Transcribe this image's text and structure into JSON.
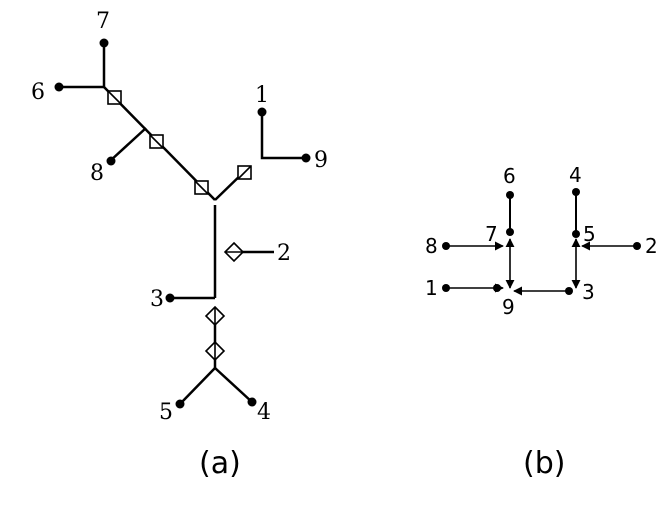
{
  "panel_a": {
    "caption": "(a)",
    "labels": [
      "7",
      "6",
      "8",
      "1",
      "9",
      "2",
      "3",
      "5",
      "4"
    ]
  },
  "panel_b": {
    "caption": "(b)",
    "labels": [
      "6",
      "4",
      "8",
      "7",
      "5",
      "2",
      "1",
      "9",
      "3"
    ]
  }
}
